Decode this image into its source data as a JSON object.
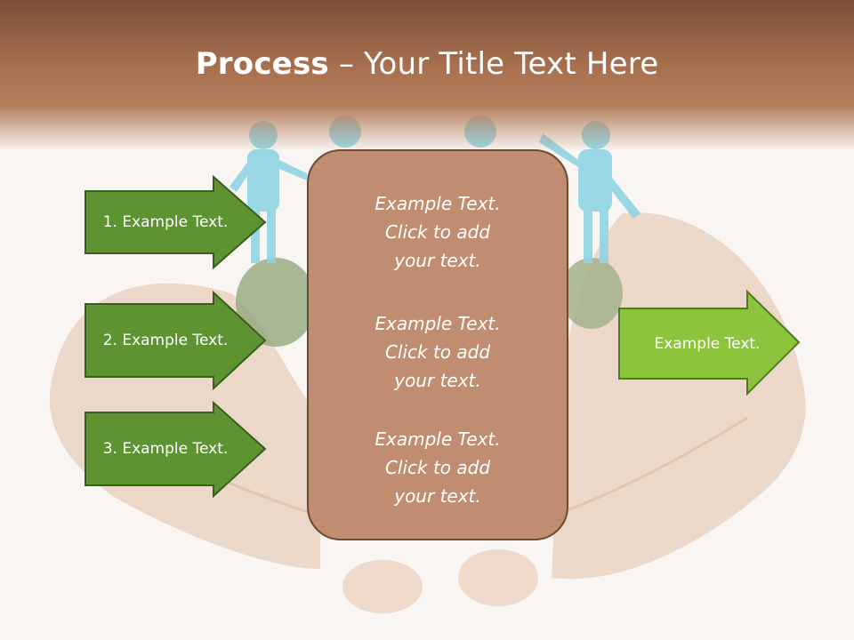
{
  "title": {
    "bold": "Process",
    "rest": " – Your Title Text Here"
  },
  "left_arrows": [
    {
      "label": "1. Example Text."
    },
    {
      "label": "2. Example Text."
    },
    {
      "label": "3. Example Text."
    }
  ],
  "center_blocks": [
    {
      "lines": [
        "Example Text.",
        "Click  to add",
        "your text."
      ]
    },
    {
      "lines": [
        "Example Text.",
        "Click  to add",
        "your text."
      ]
    },
    {
      "lines": [
        "Example Text.",
        "Click  to add",
        "your text."
      ]
    }
  ],
  "right_arrow": {
    "label": "Example Text."
  },
  "colors": {
    "title_band": "#a9704f",
    "left_arrow_fill": "#5e9332",
    "left_arrow_stroke": "#3b5e1f",
    "right_arrow_fill": "#8cc43c",
    "right_arrow_stroke": "#4f7a1f",
    "center_box_fill": "#c08d70",
    "center_box_stroke": "#6a4a34"
  }
}
